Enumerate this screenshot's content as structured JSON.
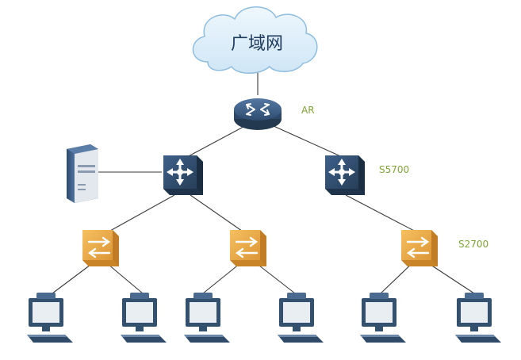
{
  "diagram": {
    "cloud_label": "广域网",
    "labels": {
      "router": "AR",
      "core_switch": "S5700",
      "access_switch": "S2700"
    }
  },
  "colors": {
    "cloud_fill": "#d9ecf8",
    "cloud_stroke": "#9dc6e2",
    "router_top": "#3f5f87",
    "router_side": "#2c4766",
    "core_switch": "#2b4766",
    "access_switch": "#e8a53c",
    "access_switch_dark": "#c9822a",
    "server": "#3a5a80",
    "pc_frame": "#3b5877",
    "pc_screen": "#e6ebf0",
    "link": "#3a3a3a",
    "label": "#7fa33a"
  },
  "icons": [
    "cloud-icon",
    "router-icon",
    "core-switch-icon",
    "access-switch-icon",
    "server-icon",
    "pc-icon"
  ]
}
